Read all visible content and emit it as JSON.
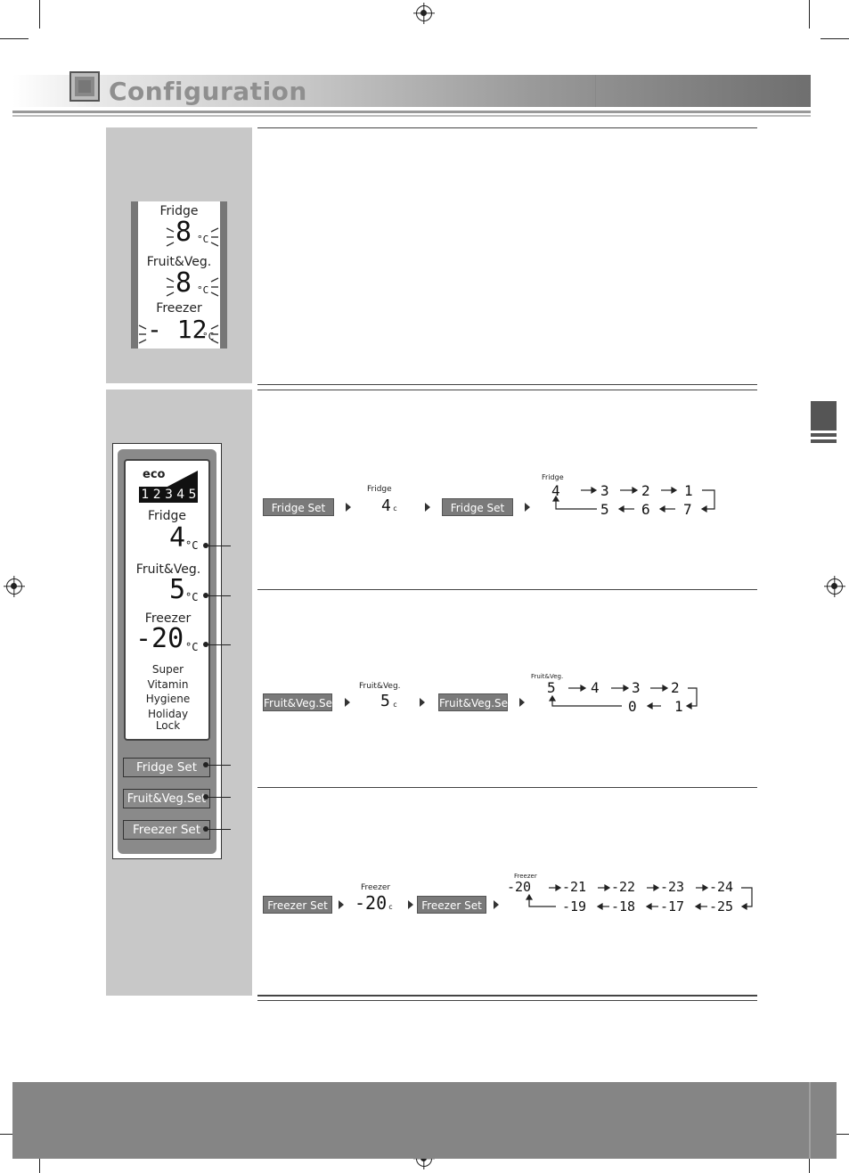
{
  "header": {
    "title": "Configuration"
  },
  "display_panel": {
    "fridge_label": "Fridge",
    "fridge_value": "8",
    "fruitveg_label": "Fruit&Veg.",
    "fruitveg_value": "8",
    "freezer_label": "Freezer",
    "freezer_value": "- 12",
    "unit": "°C"
  },
  "control_panel": {
    "eco_label": "eco",
    "eco_levels": [
      "1",
      "2",
      "3",
      "4",
      "5"
    ],
    "fridge_label": "Fridge",
    "fridge_value": "4",
    "fruitveg_label": "Fruit&Veg.",
    "fruitveg_value": "5",
    "freezer_label": "Freezer",
    "freezer_value": "-20",
    "unit": "°C",
    "modes": [
      "Super",
      "Vitamin",
      "Hygiene",
      "Holiday",
      "Lock"
    ],
    "buttons": {
      "fridge_set": "Fridge Set",
      "fruitveg_set": "Fruit&Veg.Set",
      "freezer_set": "Freezer Set"
    }
  },
  "sequences": {
    "fridge": {
      "button": "Fridge Set",
      "label": "Fridge",
      "start": "4",
      "row1": [
        "4",
        "3",
        "2",
        "1"
      ],
      "row2": [
        "5",
        "6",
        "7"
      ],
      "unit": "c"
    },
    "fruitveg": {
      "button": "Fruit&Veg.Set",
      "label": "Fruit&Veg.",
      "start": "5",
      "row1": [
        "5",
        "4",
        "3",
        "2"
      ],
      "row2": [
        "0",
        "1"
      ],
      "unit": "c"
    },
    "freezer": {
      "button": "Freezer Set",
      "label": "Freezer",
      "start": "-20",
      "row1": [
        "-20",
        "-21",
        "-22",
        "-23",
        "-24"
      ],
      "row2": [
        "-19",
        "-18",
        "-17",
        "-25"
      ],
      "unit": "c"
    }
  }
}
